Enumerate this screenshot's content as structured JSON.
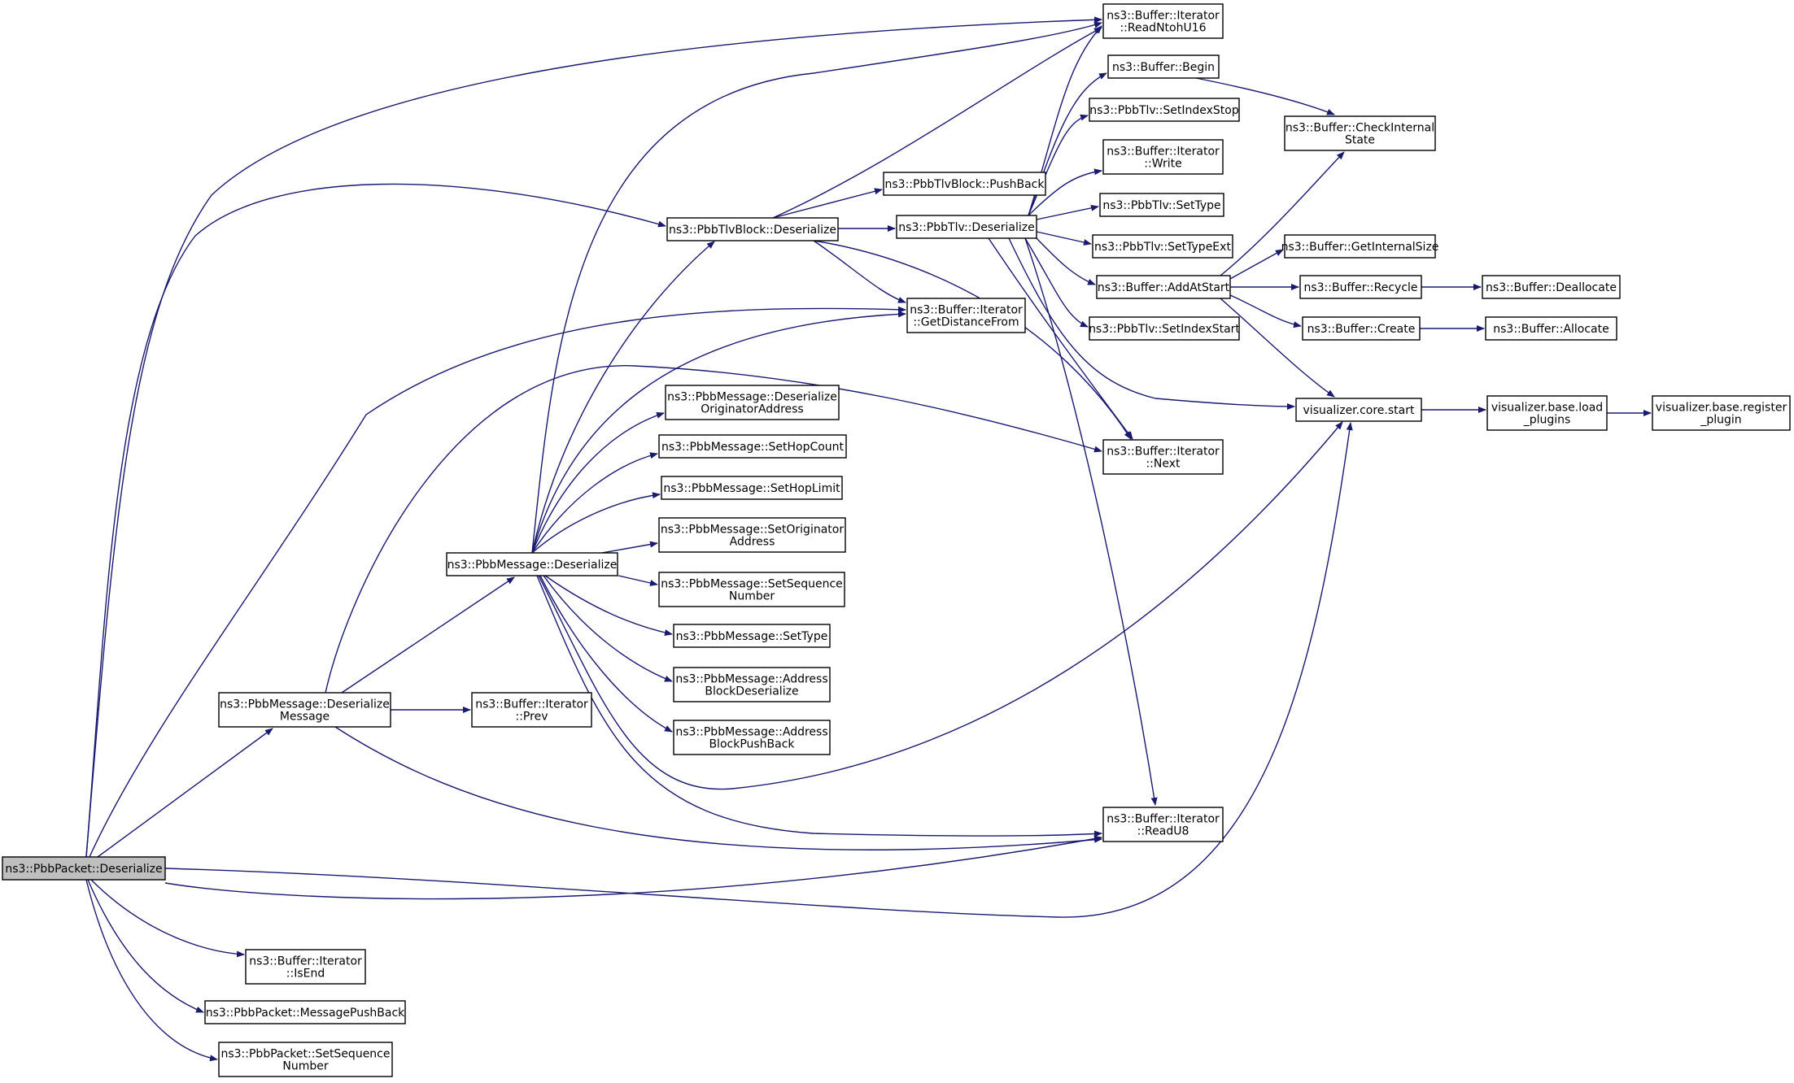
{
  "nodes": {
    "root": [
      "ns3::PbbPacket::Deserialize"
    ],
    "readntohu16": [
      "ns3::Buffer::Iterator",
      "::ReadNtohU16"
    ],
    "begin": [
      "ns3::Buffer::Begin"
    ],
    "checkinternal": [
      "ns3::Buffer::CheckInternal",
      "State"
    ],
    "setindexstop": [
      "ns3::PbbTlv::SetIndexStop"
    ],
    "iterwrite": [
      "ns3::Buffer::Iterator",
      "::Write"
    ],
    "tlvblockpushback": [
      "ns3::PbbTlvBlock::PushBack"
    ],
    "settype_tlv": [
      "ns3::PbbTlv::SetType"
    ],
    "tlvblockdeser": [
      "ns3::PbbTlvBlock::Deserialize"
    ],
    "tlvdeser": [
      "ns3::PbbTlv::Deserialize"
    ],
    "settypeext": [
      "ns3::PbbTlv::SetTypeExt"
    ],
    "getinternalsize": [
      "ns3::Buffer::GetInternalSize"
    ],
    "addatstart": [
      "ns3::Buffer::AddAtStart"
    ],
    "recycle": [
      "ns3::Buffer::Recycle"
    ],
    "deallocate": [
      "ns3::Buffer::Deallocate"
    ],
    "getdistancefrom": [
      "ns3::Buffer::Iterator",
      "::GetDistanceFrom"
    ],
    "setindexstart": [
      "ns3::PbbTlv::SetIndexStart"
    ],
    "create": [
      "ns3::Buffer::Create"
    ],
    "allocate": [
      "ns3::Buffer::Allocate"
    ],
    "deserorig": [
      "ns3::PbbMessage::Deserialize",
      "OriginatorAddress"
    ],
    "corestart": [
      "visualizer.core.start"
    ],
    "loadplugins": [
      "visualizer.base.load",
      "_plugins"
    ],
    "registerplugin": [
      "visualizer.base.register",
      "_plugin"
    ],
    "next": [
      "ns3::Buffer::Iterator",
      "::Next"
    ],
    "sethopcount": [
      "ns3::PbbMessage::SetHopCount"
    ],
    "sethoplimit": [
      "ns3::PbbMessage::SetHopLimit"
    ],
    "setorig": [
      "ns3::PbbMessage::SetOriginator",
      "Address"
    ],
    "msgdeser": [
      "ns3::PbbMessage::Deserialize"
    ],
    "setseq_msg": [
      "ns3::PbbMessage::SetSequence",
      "Number"
    ],
    "settype_msg": [
      "ns3::PbbMessage::SetType"
    ],
    "addrblockdeser": [
      "ns3::PbbMessage::Address",
      "BlockDeserialize"
    ],
    "desermsg": [
      "ns3::PbbMessage::Deserialize",
      "Message"
    ],
    "iterprev": [
      "ns3::Buffer::Iterator",
      "::Prev"
    ],
    "addrblockpush": [
      "ns3::PbbMessage::Address",
      "BlockPushBack"
    ],
    "readu8": [
      "ns3::Buffer::Iterator",
      "::ReadU8"
    ],
    "isend": [
      "ns3::Buffer::Iterator",
      "::IsEnd"
    ],
    "msgpushback": [
      "ns3::PbbPacket::MessagePushBack"
    ],
    "setseq_pkt": [
      "ns3::PbbPacket::SetSequence",
      "Number"
    ]
  },
  "edges": [
    [
      "root",
      "readntohu16"
    ],
    [
      "root",
      "tlvblockdeser"
    ],
    [
      "root",
      "getdistancefrom"
    ],
    [
      "root",
      "desermsg"
    ],
    [
      "root",
      "readu8"
    ],
    [
      "root",
      "corestart"
    ],
    [
      "root",
      "isend"
    ],
    [
      "root",
      "msgpushback"
    ],
    [
      "root",
      "setseq_pkt"
    ],
    [
      "desermsg",
      "next"
    ],
    [
      "desermsg",
      "msgdeser"
    ],
    [
      "desermsg",
      "iterprev"
    ],
    [
      "desermsg",
      "readu8"
    ],
    [
      "msgdeser",
      "readntohu16"
    ],
    [
      "msgdeser",
      "tlvblockdeser"
    ],
    [
      "msgdeser",
      "getdistancefrom"
    ],
    [
      "msgdeser",
      "deserorig"
    ],
    [
      "msgdeser",
      "sethopcount"
    ],
    [
      "msgdeser",
      "sethoplimit"
    ],
    [
      "msgdeser",
      "setorig"
    ],
    [
      "msgdeser",
      "setseq_msg"
    ],
    [
      "msgdeser",
      "settype_msg"
    ],
    [
      "msgdeser",
      "addrblockdeser"
    ],
    [
      "msgdeser",
      "addrblockpush"
    ],
    [
      "msgdeser",
      "readu8"
    ],
    [
      "msgdeser",
      "corestart"
    ],
    [
      "tlvblockdeser",
      "readntohu16"
    ],
    [
      "tlvblockdeser",
      "tlvblockpushback"
    ],
    [
      "tlvblockdeser",
      "tlvdeser"
    ],
    [
      "tlvblockdeser",
      "getdistancefrom"
    ],
    [
      "tlvblockdeser",
      "next"
    ],
    [
      "tlvdeser",
      "readntohu16"
    ],
    [
      "tlvdeser",
      "begin"
    ],
    [
      "tlvdeser",
      "setindexstop"
    ],
    [
      "tlvdeser",
      "iterwrite"
    ],
    [
      "tlvdeser",
      "settype_tlv"
    ],
    [
      "tlvdeser",
      "settypeext"
    ],
    [
      "tlvdeser",
      "addatstart"
    ],
    [
      "tlvdeser",
      "setindexstart"
    ],
    [
      "tlvdeser",
      "next"
    ],
    [
      "tlvdeser",
      "readu8"
    ],
    [
      "tlvdeser",
      "corestart"
    ],
    [
      "begin",
      "checkinternal"
    ],
    [
      "addatstart",
      "checkinternal"
    ],
    [
      "addatstart",
      "getinternalsize"
    ],
    [
      "addatstart",
      "recycle"
    ],
    [
      "addatstart",
      "create"
    ],
    [
      "addatstart",
      "corestart"
    ],
    [
      "recycle",
      "deallocate"
    ],
    [
      "create",
      "allocate"
    ],
    [
      "corestart",
      "loadplugins"
    ],
    [
      "loadplugins",
      "registerplugin"
    ]
  ]
}
